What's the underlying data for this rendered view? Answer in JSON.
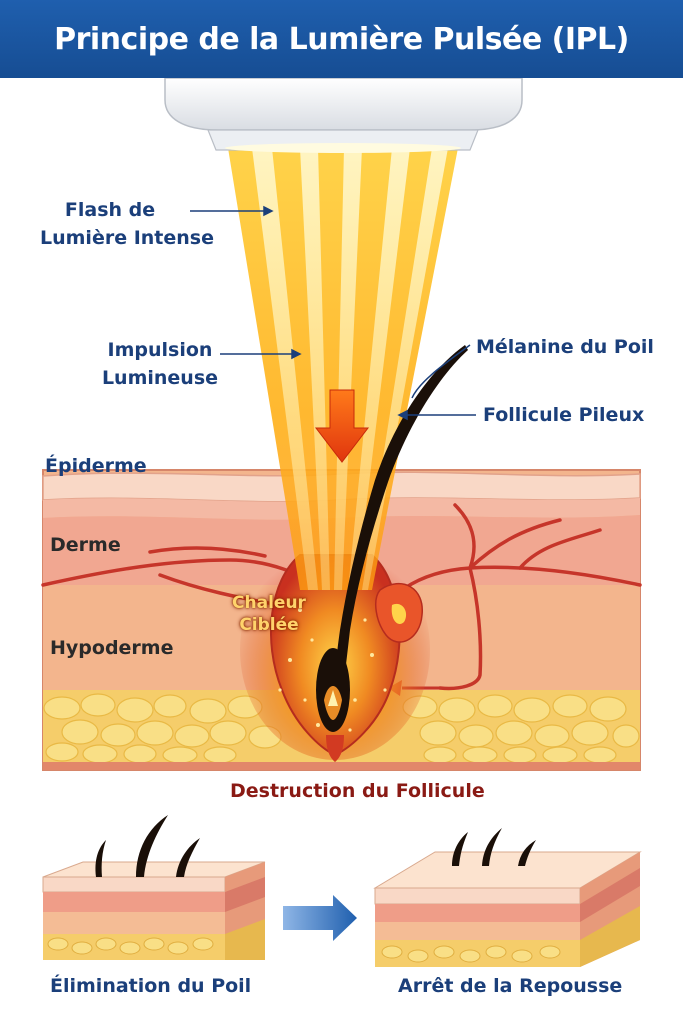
{
  "title": "Principe de la Lumière Pulsée (IPL)",
  "labels": {
    "flash_line1": "Flash de",
    "flash_line2": "Lumière Intense",
    "impulse_line1": "Impulsion",
    "impulse_line2": "Lumineuse",
    "melanin": "Mélanine du Poil",
    "follicle": "Follicule Pileux",
    "epidermis": "Épiderme",
    "dermis": "Derme",
    "hypodermis": "Hypoderme",
    "heat_line1": "Chaleur",
    "heat_line2": "Ciblée",
    "destruction": "Destruction du Follicule",
    "elimination": "Élimination du Poil",
    "regrowth_stop": "Arrêt de la Repousse"
  },
  "colors": {
    "header": "#1f5fae",
    "label_blue": "#1b3f7a",
    "light_yellow": "#ffd54a",
    "light_orange": "#f59a1c",
    "epidermis": "#f6c9b4",
    "dermis": "#f1a791",
    "hypodermis": "#f3b58d",
    "fat": "#f7d56a",
    "hair": "#1a0f08",
    "vessel": "#c6352a",
    "arrow_blue": "#1f5fae"
  }
}
